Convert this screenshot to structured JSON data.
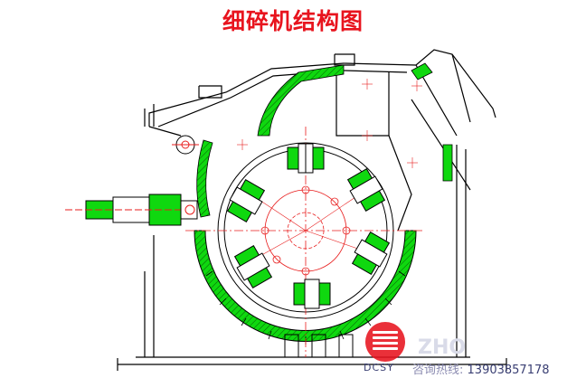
{
  "title": "细碎机结构图",
  "watermark": "ZHO",
  "brand": "DCSY",
  "hotline_label": "咨询热线:",
  "hotline_number": "13903857178",
  "colors": {
    "title": "#e8141e",
    "line": "#000000",
    "green": "#0fd80f",
    "red": "#e81e1e",
    "logo": "#e8141e"
  }
}
